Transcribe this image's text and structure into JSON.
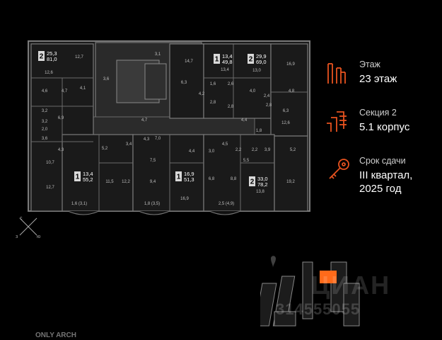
{
  "info": {
    "floor": {
      "label": "Этаж",
      "value": "23 этаж",
      "icon": "floor-icon"
    },
    "section": {
      "label": "Секция 2",
      "value": "5.1 корпус",
      "icon": "section-icon"
    },
    "deadline": {
      "label": "Срок сдачи",
      "value_line1": "III квартал,",
      "value_line2": "2025 год",
      "icon": "key-icon"
    }
  },
  "apartments": [
    {
      "rooms": "2",
      "area_living": "25,3",
      "area_total": "81,0"
    },
    {
      "rooms": "1",
      "area_living": "13,4",
      "area_total": "49,8"
    },
    {
      "rooms": "2",
      "area_living": "29,9",
      "area_total": "69,0"
    },
    {
      "rooms": "1",
      "area_living": "13,4",
      "area_total": "55,2"
    },
    {
      "rooms": "1",
      "area_living": "16,9",
      "area_total": "51,3"
    },
    {
      "rooms": "2",
      "area_living": "33,0",
      "area_total": "78,2"
    }
  ],
  "room_labels": [
    "12,7",
    "3,1",
    "14,7",
    "16,9",
    "12,6",
    "3,6",
    "6,3",
    "13,4",
    "13,0",
    "4,6",
    "4,7",
    "4,1",
    "1,6",
    "2,6",
    "4,0",
    "2,4",
    "4,8",
    "3,2",
    "4,2",
    "2,8",
    "2,8",
    "2,8",
    "6,3",
    "3,2",
    "6,9",
    "4,7",
    "2,0",
    "4,4",
    "12,6",
    "3,6",
    "1,8",
    "10,7",
    "7,0",
    "4,3",
    "5,2",
    "3,4",
    "4,3",
    "4,5",
    "2,2",
    "2,2",
    "3,9",
    "5,2",
    "4,4",
    "3,0",
    "5,5",
    "12,7",
    "7,5",
    "11,5",
    "12,2",
    "9,4",
    "6,8",
    "8,8",
    "13,8",
    "19,2",
    "16,9",
    "1,6 (3,1)",
    "1,8 (3,5)",
    "2,5 (4,9)"
  ],
  "compass": {
    "n": "с",
    "w": "з",
    "s": "ю"
  },
  "watermark": {
    "logo": "ЦИАН",
    "id": "314555055"
  },
  "brand": "ONLY ARCH",
  "colors": {
    "accent": "#e8531f",
    "walls": "#6b6b6b",
    "room": "#1c1c1c",
    "highlight": "#ff6a1a"
  }
}
